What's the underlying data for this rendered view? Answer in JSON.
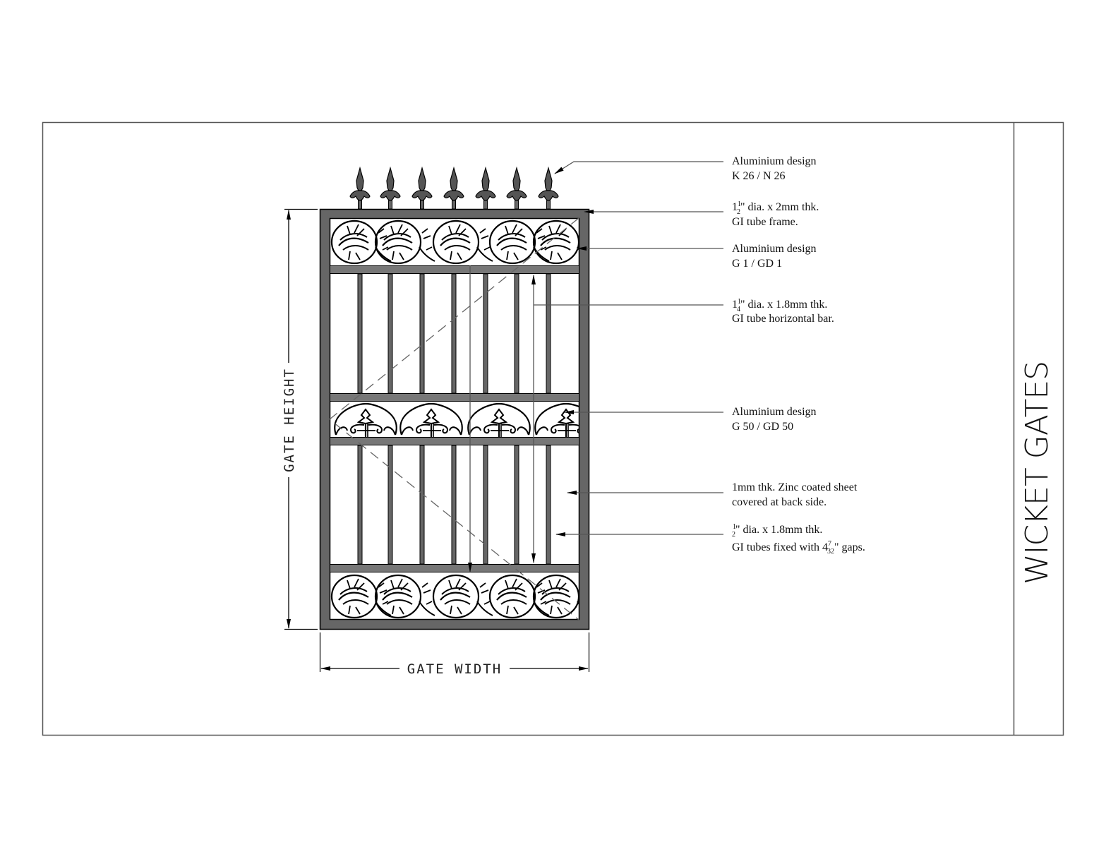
{
  "sheet": {
    "title": "WICKET GATES",
    "colors": {
      "tube": "#666666",
      "outline": "#000000",
      "leader": "#555555",
      "border": "#555555",
      "background": "#ffffff"
    }
  },
  "dimensions": {
    "height_label": "GATE HEIGHT",
    "width_label": "GATE WIDTH"
  },
  "gate": {
    "picket_count": 7,
    "finial_count": 7,
    "panels": [
      {
        "name": "top-ornamental-panel",
        "design": "G 1 / GD 1"
      },
      {
        "name": "middle-ornamental-panel",
        "design": "G 50 / GD 50"
      },
      {
        "name": "bottom-ornamental-panel",
        "design": "G 1 / GD 1"
      }
    ]
  },
  "callouts": [
    {
      "id": "finial",
      "line1": "Aluminium design",
      "line2": "K 26 / N 26"
    },
    {
      "id": "frame",
      "line1_whole": "1",
      "line1_frac_num": "1",
      "line1_frac_den": "2",
      "line1_rest": "\" dia. x 2mm thk.",
      "line2": "GI tube frame."
    },
    {
      "id": "top-panel",
      "line1": "Aluminium design",
      "line2": "G 1 / GD 1"
    },
    {
      "id": "horizontal-bar",
      "line1_whole": "1",
      "line1_frac_num": "1",
      "line1_frac_den": "4",
      "line1_rest": "\" dia. x 1.8mm thk.",
      "line2": "GI tube horizontal bar."
    },
    {
      "id": "middle-panel",
      "line1": "Aluminium design",
      "line2": "G 50 / GD 50"
    },
    {
      "id": "sheet",
      "line1": "1mm thk. Zinc coated sheet",
      "line2": "covered at back side."
    },
    {
      "id": "pickets",
      "line1_frac_num": "1",
      "line1_frac_den": "2",
      "line1_rest": "\" dia. x 1.8mm thk.",
      "line2_pre": "GI tubes fixed with 4",
      "line2_frac_num": "7",
      "line2_frac_den": "32",
      "line2_post": "\" gaps."
    }
  ]
}
